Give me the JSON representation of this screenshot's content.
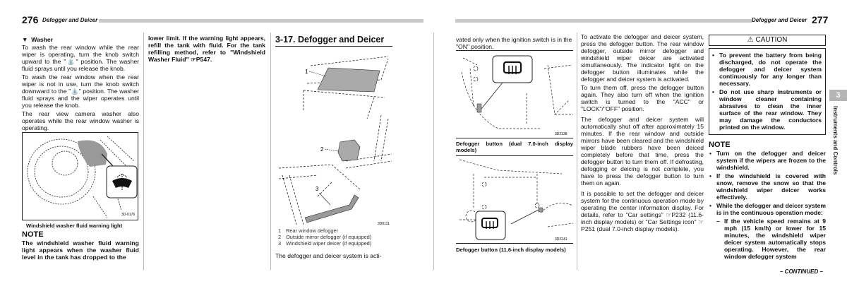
{
  "left_page": {
    "page_number": "276",
    "header_title": "Defogger and Deicer",
    "col1": {
      "heading": "Washer",
      "heading_marker": "▼",
      "paragraphs": [
        "To wash the rear window while the rear wiper is operating, turn the knob switch upward to the \"⛲\" position. The washer fluid sprays until you release the knob.",
        "To wash the rear window when the rear wiper is not in use, turn the knob switch downward to the \"⛲\" position. The washer fluid sprays and the wiper operates until you release the knob.",
        "The rear view camera washer also operates while the rear window washer is operating."
      ],
      "figure_code": "3D-0176",
      "figure_caption": "Windshield washer fluid warning light",
      "note_title": "NOTE",
      "note_text": "The windshield washer fluid warning light appears when the washer fluid level in the tank has dropped to the"
    },
    "col2": {
      "text": "lower limit. If the warning light appears, refill the tank with fluid. For the tank refilling method, refer to \"Windshield Washer Fluid\" ☞P547."
    },
    "col3": {
      "section_title": "3-17. Defogger and Deicer",
      "figure_code": "3D0111",
      "figure_labels": [
        "1",
        "2",
        "3"
      ],
      "legend": [
        {
          "num": "1",
          "text": "Rear window defogger"
        },
        {
          "num": "2",
          "text": "Outside mirror defogger (if equipped)"
        },
        {
          "num": "3",
          "text": "Windshield wiper deicer (if equipped)"
        }
      ],
      "text": "The defogger and deicer system is acti-"
    }
  },
  "right_page": {
    "page_number": "277",
    "header_title": "Defogger and Deicer",
    "col4": {
      "text": "vated only when the ignition switch is in the \"ON\" position.",
      "figure1_code": "3D2138",
      "figure1_caption": "Defogger button (dual 7.0-inch display models)",
      "figure2_code": "3D2241",
      "figure2_caption": "Defogger button (11.6-inch display models)"
    },
    "col5": {
      "paragraphs": [
        "To activate the defogger and deicer system, press the defogger button. The rear window defogger, outside mirror defogger and windshield wiper deicer are activated simultaneously. The indicator light on the defogger button illuminates while the defogger and deicer system is activated.",
        "To turn them off, press the defogger button again. They also turn off when the ignition switch is turned to the \"ACC\" or \"LOCK\"/\"OFF\" position.",
        "The defogger and deicer system will automatically shut off after approximately 15 minutes. If the rear window and outside mirrors have been cleared and the windshield wiper blade rubbers have been deiced completely before that time, press the defogger button to turn them off. If defrosting, defogging or deicing is not complete, you have to press the defogger button to turn them on again.",
        "It is possible to set the defogger and deicer system for the continuous operation mode by operating the center information display. For details, refer to \"Car settings\" ☞P232 (11.6-inch display models) or \"Car Settings icon\" ☞P251 (dual 7.0-inch display models)."
      ]
    },
    "col6": {
      "caution_title": "CAUTION",
      "caution_items": [
        "To prevent the battery from being discharged, do not operate the defogger and deicer system continuously for any longer than necessary.",
        "Do not use sharp instruments or window cleaner containing abrasives to clean the inner surface of the rear window. They may damage the conductors printed on the window."
      ],
      "note_title": "NOTE",
      "note_items": [
        "Turn on the defogger and deicer system if the wipers are frozen to the windshield.",
        "If the windshield is covered with snow, remove the snow so that the windshield wiper deicer works effectively.",
        "While the defogger and deicer system is in the continuous operation mode:"
      ],
      "note_subitem": "If the vehicle speed remains at 9 mph (15 km/h) or lower for 15 minutes, the windshield wiper deicer system automatically stops operating. However, the rear window defogger system",
      "continued": "– CONTINUED –"
    },
    "side_tab": {
      "chapter": "3",
      "label": "Instruments and Controls"
    }
  }
}
